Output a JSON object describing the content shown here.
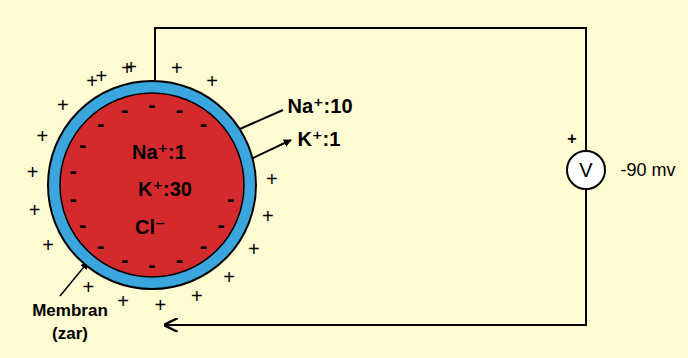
{
  "diagram": {
    "nodes": [
      {
        "text": [
          "Na⁺:1",
          "K⁺:30",
          "Cl⁻"
        ]
      },
      {
        "text": [
          "V"
        ]
      }
    ],
    "edges": [
      {
        "from": 0,
        "to": 1,
        "arrow": "none"
      },
      {
        "from": 1,
        "to": 0,
        "arrow": "to"
      }
    ],
    "labels": [
      "Na⁺:10",
      "K⁺:1",
      "+",
      "-90 mv",
      "Membran",
      "(zar)",
      "+",
      "+",
      "+",
      "+",
      "+",
      "+",
      "+",
      "+",
      "+",
      "+",
      "+",
      "+",
      "+",
      "+",
      "+",
      "+",
      "+",
      "+",
      "+",
      "-",
      "-",
      "-",
      "-",
      "-",
      "-",
      "-",
      "-",
      "-",
      "-",
      "-",
      "-",
      "-",
      "-",
      "-",
      "-"
    ]
  }
}
